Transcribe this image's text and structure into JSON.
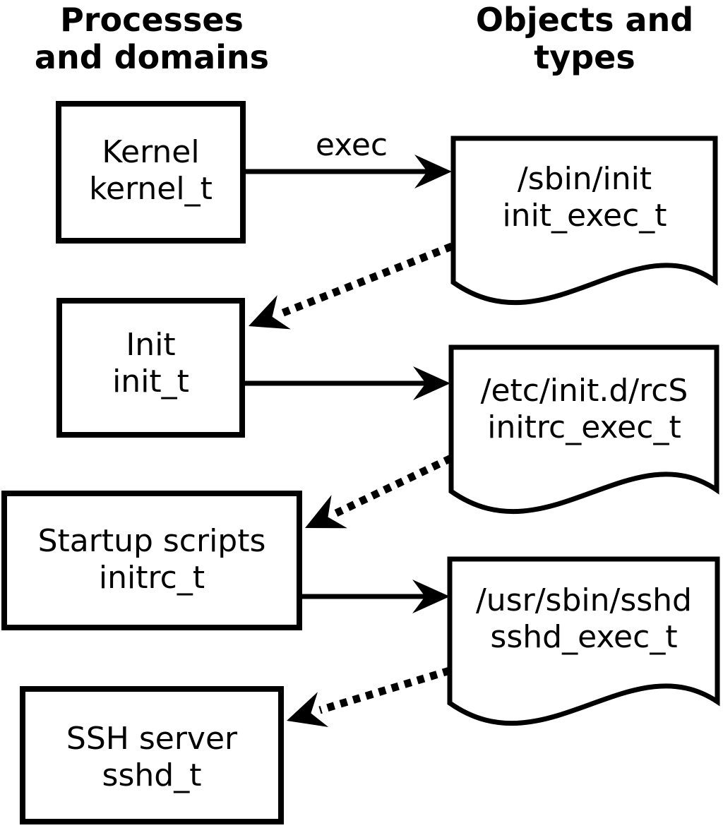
{
  "diagram": {
    "description": "Domain transition flowchart: processes/domains execute files that carry exec types, causing transitions into new domains",
    "colors": {
      "foreground": "#000000",
      "background": "#ffffff"
    },
    "columns": {
      "left": {
        "title_line1": "Processes",
        "title_line2": "and domains"
      },
      "right": {
        "title_line1": "Objects and",
        "title_line2": "types"
      }
    },
    "nodes": {
      "processes": [
        {
          "label": "Kernel",
          "type": "kernel_t"
        },
        {
          "label": "Init",
          "type": "init_t"
        },
        {
          "label": "Startup scripts",
          "type": "initrc_t"
        },
        {
          "label": "SSH server",
          "type": "sshd_t"
        }
      ],
      "objects": [
        {
          "path": "/sbin/init",
          "type": "init_exec_t"
        },
        {
          "path": "/etc/init.d/rcS",
          "type": "initrc_exec_t"
        },
        {
          "path": "/usr/sbin/sshd",
          "type": "sshd_exec_t"
        }
      ]
    },
    "edges": [
      {
        "from": "kernel_t",
        "to": "/sbin/init",
        "style": "solid",
        "label": "exec"
      },
      {
        "from": "/sbin/init",
        "to": "init_t",
        "style": "dotted",
        "label": ""
      },
      {
        "from": "init_t",
        "to": "/etc/init.d/rcS",
        "style": "solid",
        "label": ""
      },
      {
        "from": "/etc/init.d/rcS",
        "to": "initrc_t",
        "style": "dotted",
        "label": ""
      },
      {
        "from": "initrc_t",
        "to": "/usr/sbin/sshd",
        "style": "solid",
        "label": ""
      },
      {
        "from": "/usr/sbin/sshd",
        "to": "sshd_t",
        "style": "dotted",
        "label": ""
      }
    ]
  }
}
